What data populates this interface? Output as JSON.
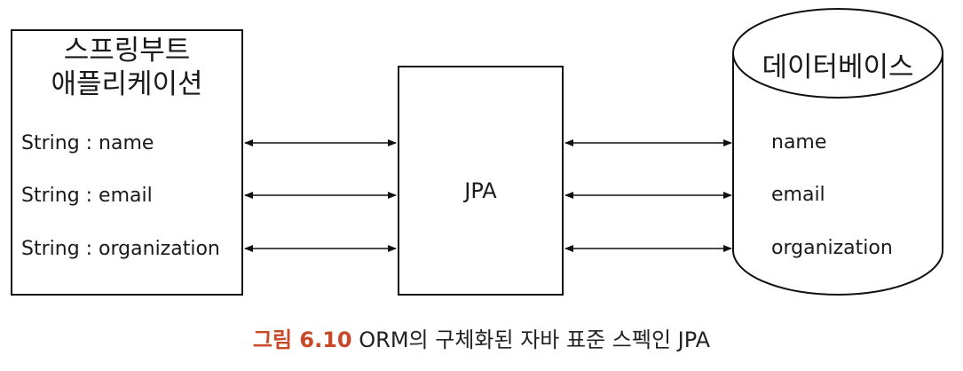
{
  "app": {
    "title_line1": "스프링부트",
    "title_line2": "애플리케이션",
    "fields": [
      "String : name",
      "String : email",
      "String : organization"
    ]
  },
  "jpa": {
    "label": "JPA"
  },
  "database": {
    "title": "데이터베이스",
    "columns": [
      "name",
      "email",
      "organization"
    ]
  },
  "caption": {
    "number": "그림 6.10",
    "text": " ORM의 구체화된 자바 표준 스펙인 JPA",
    "number_color": "#c8492a"
  }
}
